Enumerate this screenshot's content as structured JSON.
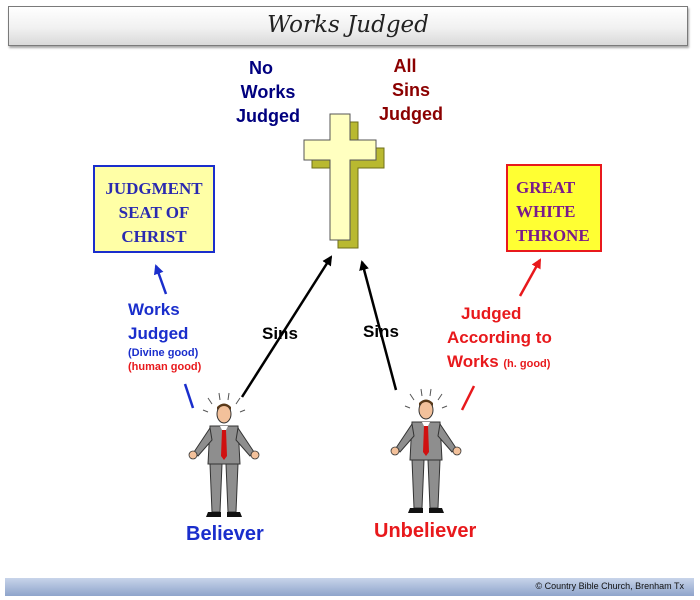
{
  "title": "Works Judged",
  "no_works": [
    "No",
    "Works",
    "Judged"
  ],
  "all_sins": [
    "All",
    "Sins",
    "Judged"
  ],
  "judgment_seat": [
    "JUDGMENT",
    "SEAT OF",
    "CHRIST"
  ],
  "great_white_throne": [
    "GREAT",
    "WHITE",
    "THRONE"
  ],
  "left_label": {
    "line1": "Works",
    "line2": "Judged",
    "line3": "(Divine good)",
    "line4": "(human good)"
  },
  "right_label": {
    "line1": "Judged",
    "line2": "According to",
    "line3": "Works",
    "line3_small": "(h. good)"
  },
  "sins_left": "Sins",
  "sins_right": "Sins",
  "believer": "Believer",
  "unbeliever": "Unbeliever",
  "footer": "© Country Bible Church, Brenham Tx",
  "colors": {
    "blue": "#1a2ecc",
    "red": "#e8191c",
    "cross_fill": "#ffffc0",
    "cross_shadow": "#b9b930",
    "seat_fill": "#ffffa6",
    "throne_fill": "#ffff33"
  },
  "icons": [
    "cross-icon",
    "person-icon"
  ]
}
